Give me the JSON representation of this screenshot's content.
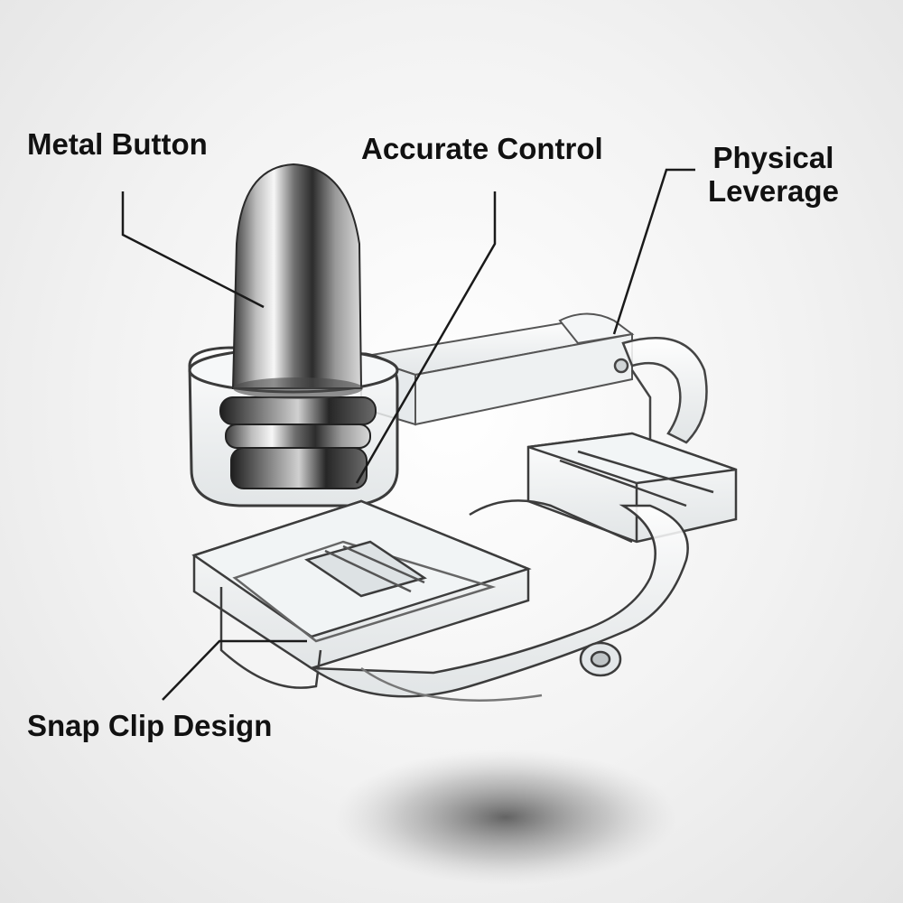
{
  "callouts": {
    "metal_button": "Metal Button",
    "accurate_control": "Accurate Control",
    "physical_leverage_line1": "Physical",
    "physical_leverage_line2": "Leverage",
    "snap_clip_design": "Snap Clip Design"
  },
  "colors": {
    "background": "#f0f0f0",
    "text": "#111111",
    "leader_line": "#1a1a1a",
    "metal": "#9a9a9a",
    "clear_plastic": "#e8eef0"
  }
}
